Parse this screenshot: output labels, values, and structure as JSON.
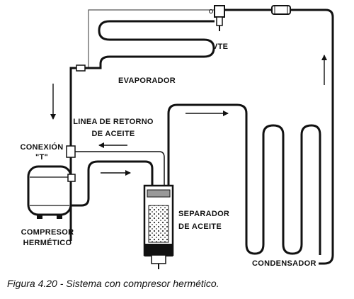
{
  "labels": {
    "vte": "VTE",
    "evaporador": "EVAPORADOR",
    "linea_retorno_1": "LINEA DE RETORNO",
    "linea_retorno_2": "DE ACEITE",
    "conexion_1": "CONEXIÓN",
    "conexion_2": "\"T\"",
    "compresor_1": "COMPRESOR",
    "compresor_2": "HERMÉTICO",
    "separador_1": "SEPARADOR",
    "separador_2": "DE ACEITE",
    "condensador": "CONDENSADOR"
  },
  "caption": "Figura 4.20 - Sistema con compresor hermético.",
  "colors": {
    "line": "#111111",
    "background": "#ffffff"
  }
}
